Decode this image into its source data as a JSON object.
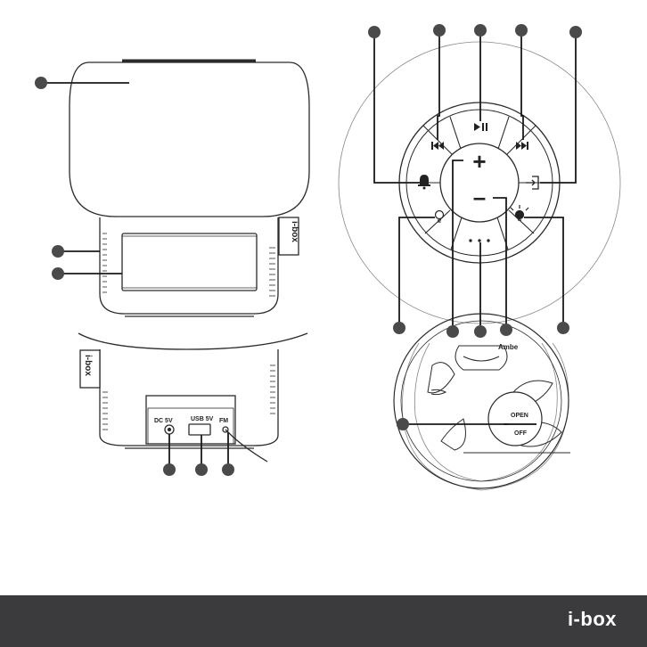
{
  "brand": {
    "logo_text": "i-box"
  },
  "side_badge": {
    "text": "i-box"
  },
  "rear_panel": {
    "dc_label": "DC 5V",
    "usb_label": "USB 5V",
    "fm_label": "FM"
  },
  "top_controls": {
    "plus_symbol": "+",
    "minus_symbol": "–"
  },
  "base_view": {
    "brand_text": "Ambe",
    "open_label": "OPEN",
    "off_label": "OFF"
  },
  "colors": {
    "footer_bg": "#3b3b3d",
    "callout_dot": "#4a4a4a",
    "line": "#2b2b2b"
  },
  "icons": [
    "rewind-icon",
    "play-pause-icon",
    "forward-icon",
    "alarm-bell-icon",
    "input-source-icon",
    "light-bulb-outline-icon",
    "light-bulb-on-icon"
  ]
}
